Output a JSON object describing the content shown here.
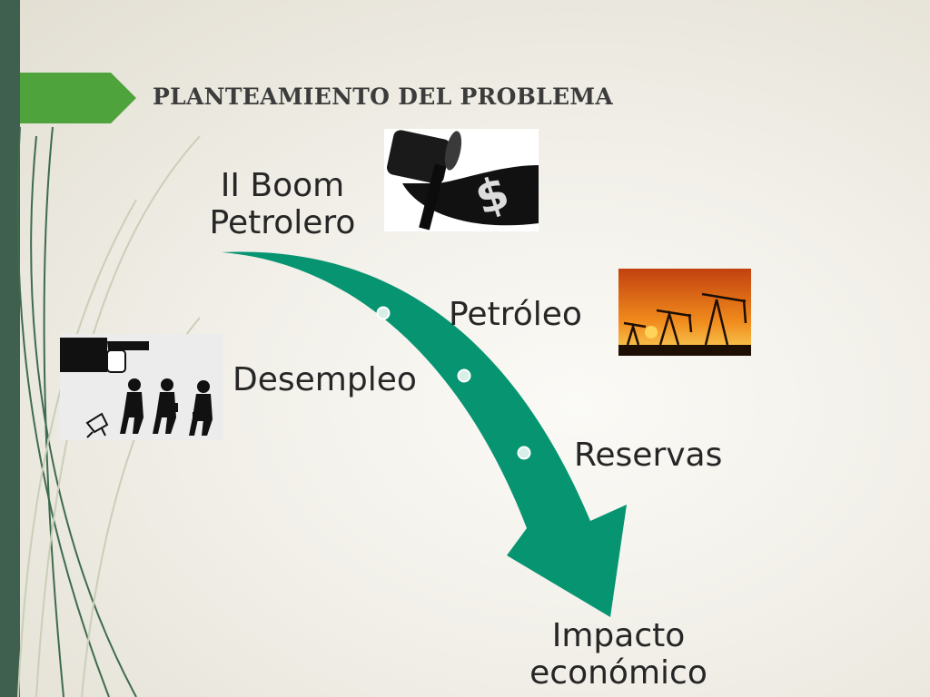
{
  "slide": {
    "title": "PLANTEAMIENTO DEL PROBLEMA"
  },
  "diagram": {
    "start_label": "II Boom\nPetrolero",
    "points": [
      "Petróleo",
      "Desempleo",
      "Reservas"
    ],
    "end_label": "Impacto\neconómico"
  },
  "colors": {
    "arrow": "#069471",
    "accent_green": "#4ea33d",
    "sidebar": "#3f5f4f",
    "text": "#262626"
  },
  "images": {
    "oil_barrel": "oil-barrel-dollar-image",
    "pump_jacks": "oil-pump-jacks-sunset-image",
    "layoff": "layoff-pictogram-image"
  }
}
